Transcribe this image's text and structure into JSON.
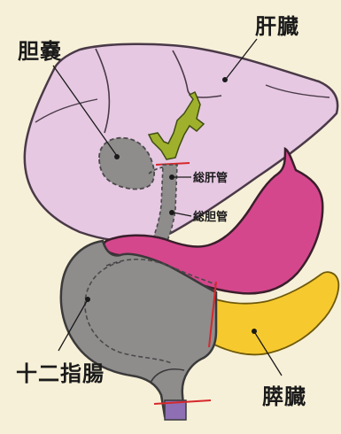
{
  "labels": {
    "gallbladder": "胆嚢",
    "liver": "肝臓",
    "common_hepatic_duct": "総肝管",
    "common_bile_duct": "総胆管",
    "duodenum": "十二指腸",
    "pancreas": "膵臓"
  },
  "colors": {
    "background": "#f7f0d8",
    "liver": "#e6c8e2",
    "stomach": "#d5478c",
    "duodenum": "#8f8c8c",
    "pancreas": "#f6c92e",
    "bile_ducts": "#9fb12c",
    "jejunum": "#8e6fb3",
    "cut_lines": "#d6282c"
  }
}
